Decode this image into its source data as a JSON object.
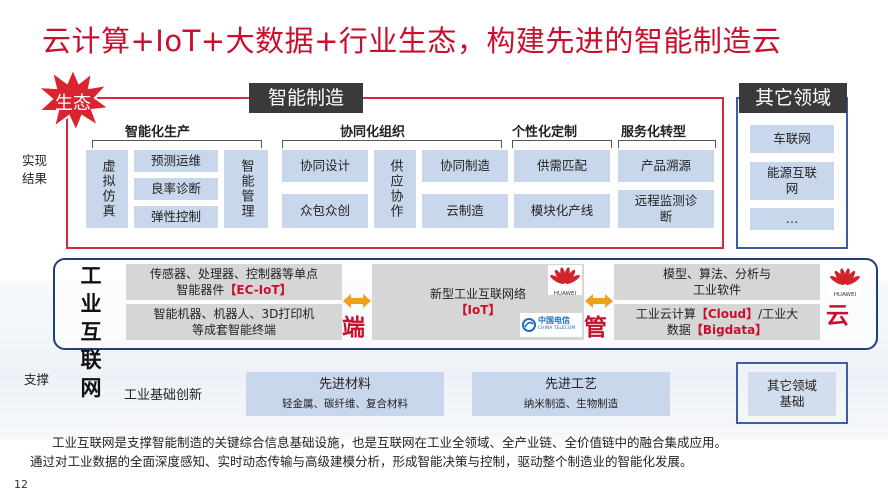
{
  "title": "云计算+IoT+大数据+行业生态，构建先进的智能制造云",
  "ecosystem_badge": "生态",
  "smart_mfg_tag": "智能制造",
  "other_domains_tag": "其它领域",
  "left_labels": {
    "results": "实现结果",
    "support": "支撑"
  },
  "categories": [
    "智能化生产",
    "协同化组织",
    "个性化定制",
    "服务化转型"
  ],
  "mfg_boxes": {
    "virtual_sim": "虚拟仿真",
    "predictive_ops": "预测运维",
    "yield_diag": "良率诊断",
    "flex_ctrl": "弹性控制",
    "smart_mgmt": "智能管理",
    "collab_design": "协同设计",
    "supply_collab": "供应协作",
    "collab_mfg": "协同制造",
    "crowdsource": "众包众创",
    "cloud_mfg": "云制造",
    "supply_demand": "供需匹配",
    "modular_line": "模块化产线",
    "traceability": "产品溯源",
    "remote_monitor": "远程监测诊断"
  },
  "other_boxes": [
    "车联网",
    "能源互联网",
    "…"
  ],
  "iiot_label": [
    "工",
    "业",
    "互",
    "联",
    "网"
  ],
  "iot_left": {
    "line1": "传感器、处理器、控制器等单点",
    "line2a": "智能器件",
    "line2b": "【EC-IoT】",
    "line3": "智能机器、机器人、3D打印机",
    "line4": "等成套智能终端"
  },
  "iot_mid": {
    "line1": "新型工业互联网络",
    "line2": "【IoT】"
  },
  "iot_right": {
    "line1": "模型、算法、分析与",
    "line2": "工业软件",
    "line3a": "工业云计算",
    "line3b": "【Cloud】",
    "line3c": "/工业大",
    "line4a": "数据",
    "line4b": "【Bigdata】"
  },
  "chars": {
    "duan": "端",
    "guan": "管",
    "yun": "云"
  },
  "logos": {
    "huawei": "HUAWEI",
    "telecom_cn": "中国电信",
    "telecom_en": "CHINA TELECOM"
  },
  "support": {
    "basic_innovation": "工业基础创新",
    "materials_title": "先进材料",
    "materials_sub": "轻金属、碳纤维、复合材料",
    "process_title": "先进工艺",
    "process_sub": "纳米制造、生物制造",
    "other_basis": "其它领域基础"
  },
  "bottom_text": {
    "line1": "工业互联网是支撑智能制造的关键综合信息基础设施，也是互联网在工业全领域、全产业链、全价值链中的融合集成应用。",
    "line2": "通过对工业数据的全面深度感知、实时动态传输与高级建模分析，形成智能决策与控制，驱动整个制造业的智能化发展。"
  },
  "page_number": "12",
  "colors": {
    "accent_red": "#c8102e",
    "box_blue": "#c9d7ec",
    "frame_blue": "#1f3f7a",
    "arrow_orange": "#f0a020",
    "huawei_red": "#d1232a",
    "telecom_blue": "#1a6fc0"
  }
}
